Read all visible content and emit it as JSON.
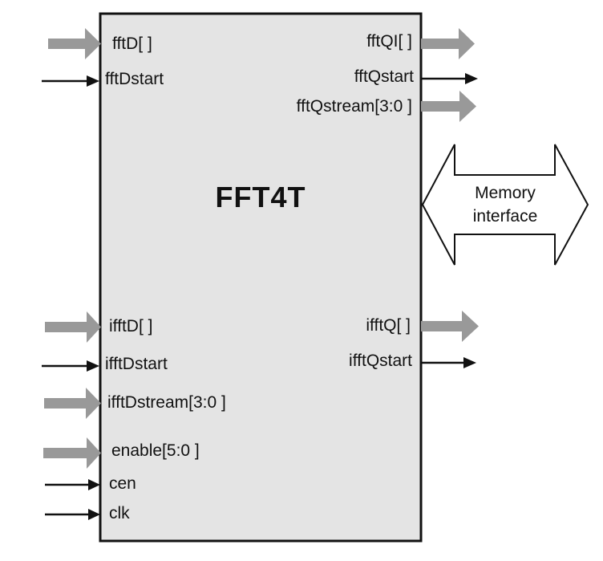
{
  "block": {
    "title": "FFT4T",
    "fill_color": "#e4e4e4",
    "border_color": "#111111"
  },
  "colors": {
    "bus_arrow": "#999999",
    "signal_arrow": "#111111"
  },
  "inputs": [
    {
      "label": "fftD[ ]",
      "type": "bus"
    },
    {
      "label": "fftDstart",
      "type": "signal"
    },
    {
      "label": "ifftD[ ]",
      "type": "bus"
    },
    {
      "label": "ifftDstart",
      "type": "signal"
    },
    {
      "label": "ifftDstream[3:0 ]",
      "type": "bus"
    },
    {
      "label": "enable[5:0 ]",
      "type": "bus"
    },
    {
      "label": "cen",
      "type": "signal"
    },
    {
      "label": "clk",
      "type": "signal"
    }
  ],
  "outputs": [
    {
      "label": "fftQI[ ]",
      "type": "bus"
    },
    {
      "label": "fftQstart",
      "type": "signal"
    },
    {
      "label": "fftQstream[3:0 ]",
      "type": "bus"
    },
    {
      "label": "ifftQ[ ]",
      "type": "bus"
    },
    {
      "label": "ifftQstart",
      "type": "signal"
    }
  ],
  "memory_interface": {
    "line1": "Memory",
    "line2": "interface",
    "direction": "bidirectional"
  }
}
